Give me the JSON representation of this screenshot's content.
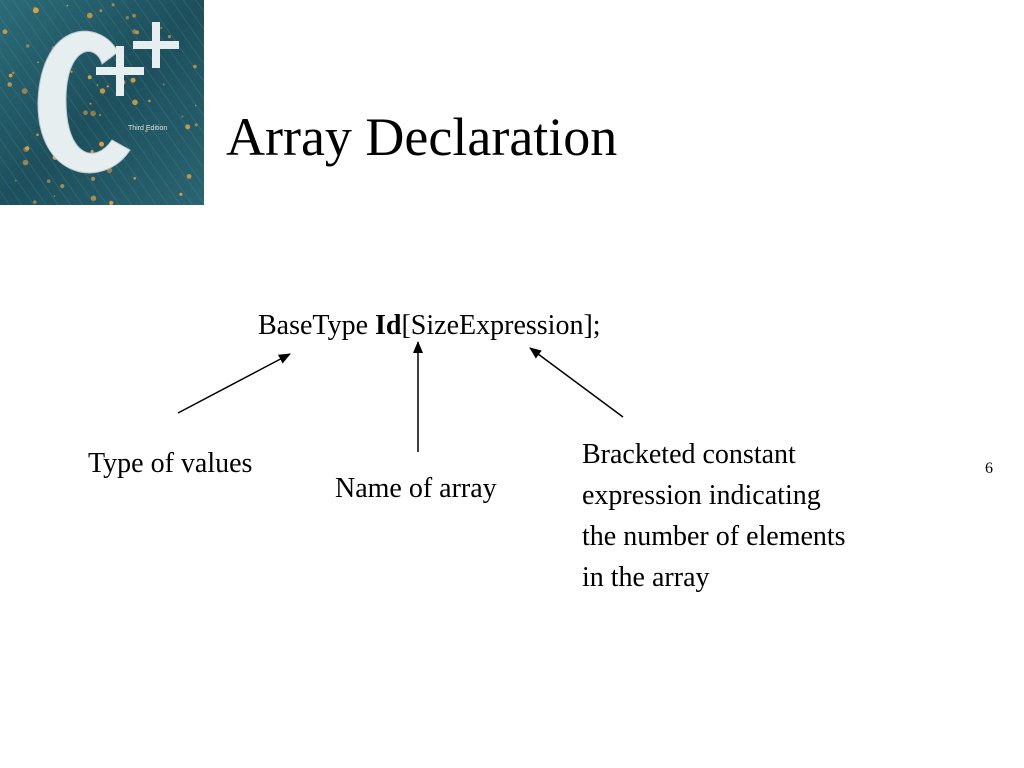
{
  "slide": {
    "title": "Array Declaration",
    "number": "6"
  },
  "logo": {
    "icon": "cpp-book-cover-icon",
    "letters": "C++",
    "subtitle": "Third Edition",
    "colors": {
      "background": "#1f5a68",
      "letter": "#e6eef0",
      "speckle": "#e0a040"
    }
  },
  "declaration": {
    "base_type": "BaseType ",
    "id": "Id",
    "size_expression": "[SizeExpression];"
  },
  "labels": {
    "type_of_values": "Type of values",
    "name_of_array": "Name of array",
    "bracketed": [
      "Bracketed constant",
      "expression indicating",
      "the number of elements",
      "in the array"
    ]
  }
}
